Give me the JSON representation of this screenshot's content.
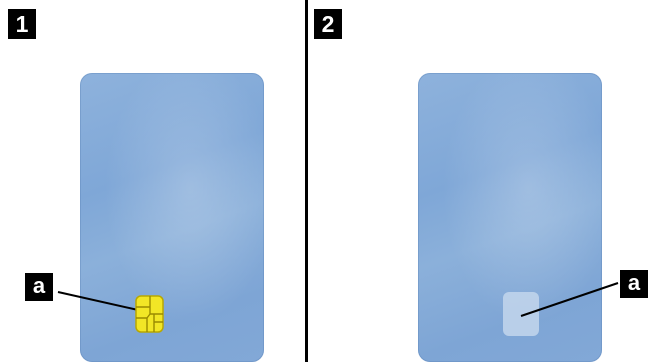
{
  "panels": [
    {
      "number": "1",
      "card_type": "contact-chip-smart-card",
      "callout": "a"
    },
    {
      "number": "2",
      "card_type": "contactless-smart-card",
      "callout": "a"
    }
  ],
  "colors": {
    "card_blue": "#82a8d7",
    "chip_yellow": "#f2e626",
    "contactless_patch": "#c3d6ec",
    "badge_black": "#000000"
  }
}
